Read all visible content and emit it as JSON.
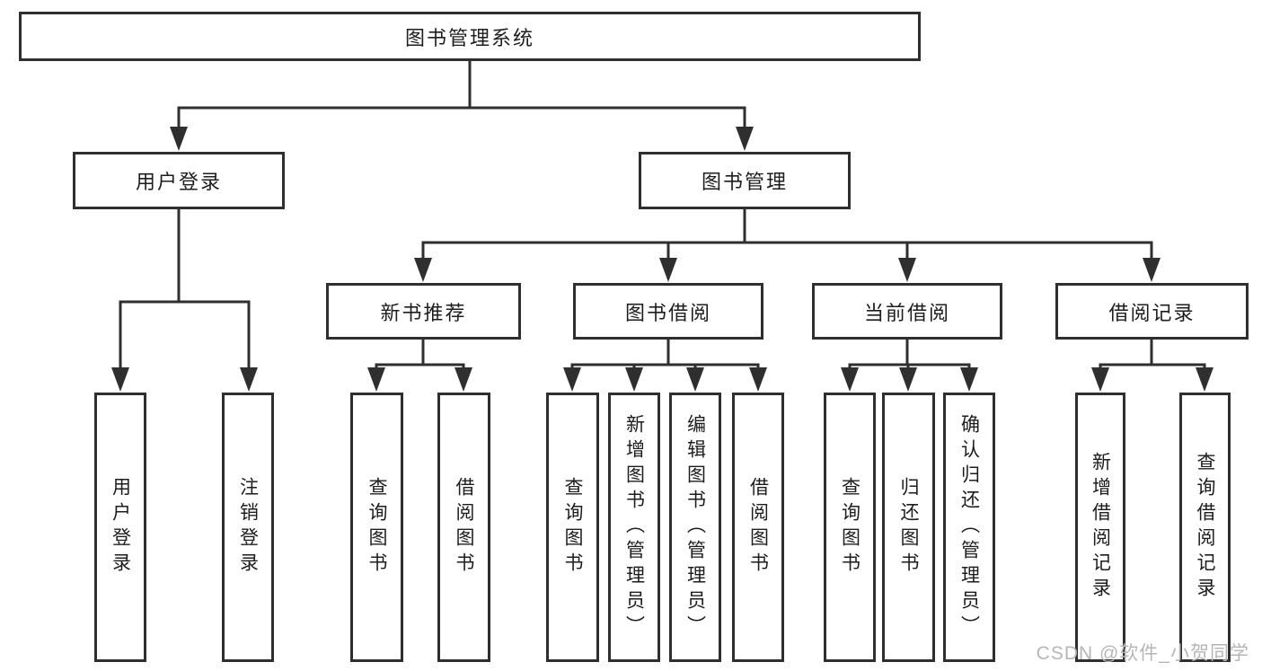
{
  "diagram": {
    "type": "tree",
    "root": {
      "label": "图书管理系统"
    },
    "branches": [
      {
        "label": "用户登录",
        "leaves": [
          "用户登录",
          "注销登录"
        ]
      },
      {
        "label": "图书管理",
        "children": [
          {
            "label": "新书推荐",
            "leaves": [
              "查询图书",
              "借阅图书"
            ]
          },
          {
            "label": "图书借阅",
            "leaves": [
              "查询图书",
              "新增图书（管理员）",
              "编辑图书（管理员）",
              "借阅图书"
            ]
          },
          {
            "label": "当前借阅",
            "leaves": [
              "查询图书",
              "归还图书",
              "确认归还（管理员）"
            ]
          },
          {
            "label": "借阅记录",
            "leaves": [
              "新增借阅记录",
              "查询借阅记录"
            ]
          }
        ]
      }
    ]
  },
  "watermark": {
    "text": "CSDN @软件_小贺同学"
  },
  "colors": {
    "line": "#2f2f2f",
    "box_border": "#2f2f2f",
    "text": "#1d1d1d",
    "background": "#ffffff",
    "watermark": "#b6b6b6"
  }
}
